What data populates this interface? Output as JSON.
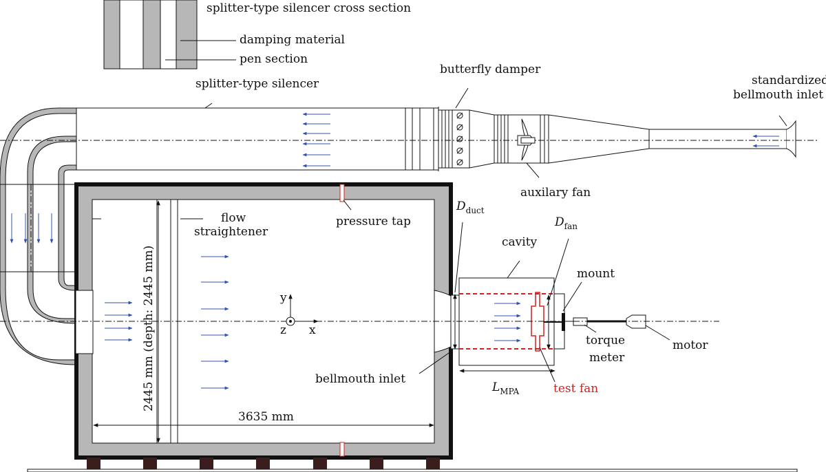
{
  "inset": {
    "title": "splitter-type silencer cross section",
    "damping_label": "damping material",
    "pen_label": "pen section"
  },
  "labels": {
    "splitter_silencer": "splitter-type silencer",
    "butterfly_damper": "butterfly damper",
    "bellmouth_std_line1": "standardized",
    "bellmouth_std_line2": "bellmouth inlet",
    "auxiliary_fan": "auxilary fan",
    "flow_straightener_line1": "flow",
    "flow_straightener_line2": "straightener",
    "pressure_tap": "pressure tap",
    "d_duct_main": "D",
    "d_duct_sub": "duct",
    "d_fan_main": "D",
    "d_fan_sub": "fan",
    "cavity": "cavity",
    "mount": "mount",
    "torque_line1": "torque",
    "torque_line2": "meter",
    "motor": "motor",
    "bellmouth_inlet": "bellmouth inlet",
    "test_fan": "test fan",
    "l_mpa_main": "L",
    "l_mpa_sub": "MPA",
    "dim_depth": "2445 mm (depth: 2445 mm)",
    "dim_width": "3635 mm"
  },
  "axes": {
    "x": "x",
    "y": "y",
    "z": "z"
  },
  "colors": {
    "wall": "#b7b7b7",
    "outline": "#111111",
    "flow_arrow": "#3050b0",
    "test_fan": "#d31f1f",
    "foot": "#3a1e1e"
  }
}
